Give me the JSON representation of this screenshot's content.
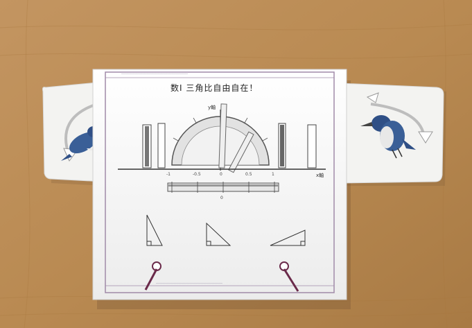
{
  "photo": {
    "subject": "paper-trig-slide-rule",
    "colors": {
      "background": "#b98a52",
      "wood_dark": "#a47640",
      "paper": "#f7f7f5",
      "border": "#9c7fa0",
      "bird_blue": "#3a5f97"
    }
  },
  "card": {
    "title": "数Ⅰ  三角比自由自在！",
    "header_text": "…………………………………………",
    "footer_text": "…………………………………………",
    "axis_y_label": "y軸",
    "axis_x_label": "x軸",
    "scale_ticks_left": [
      "-1",
      "-0.5",
      "0",
      "0.5",
      "1"
    ],
    "center_zero": "0"
  }
}
